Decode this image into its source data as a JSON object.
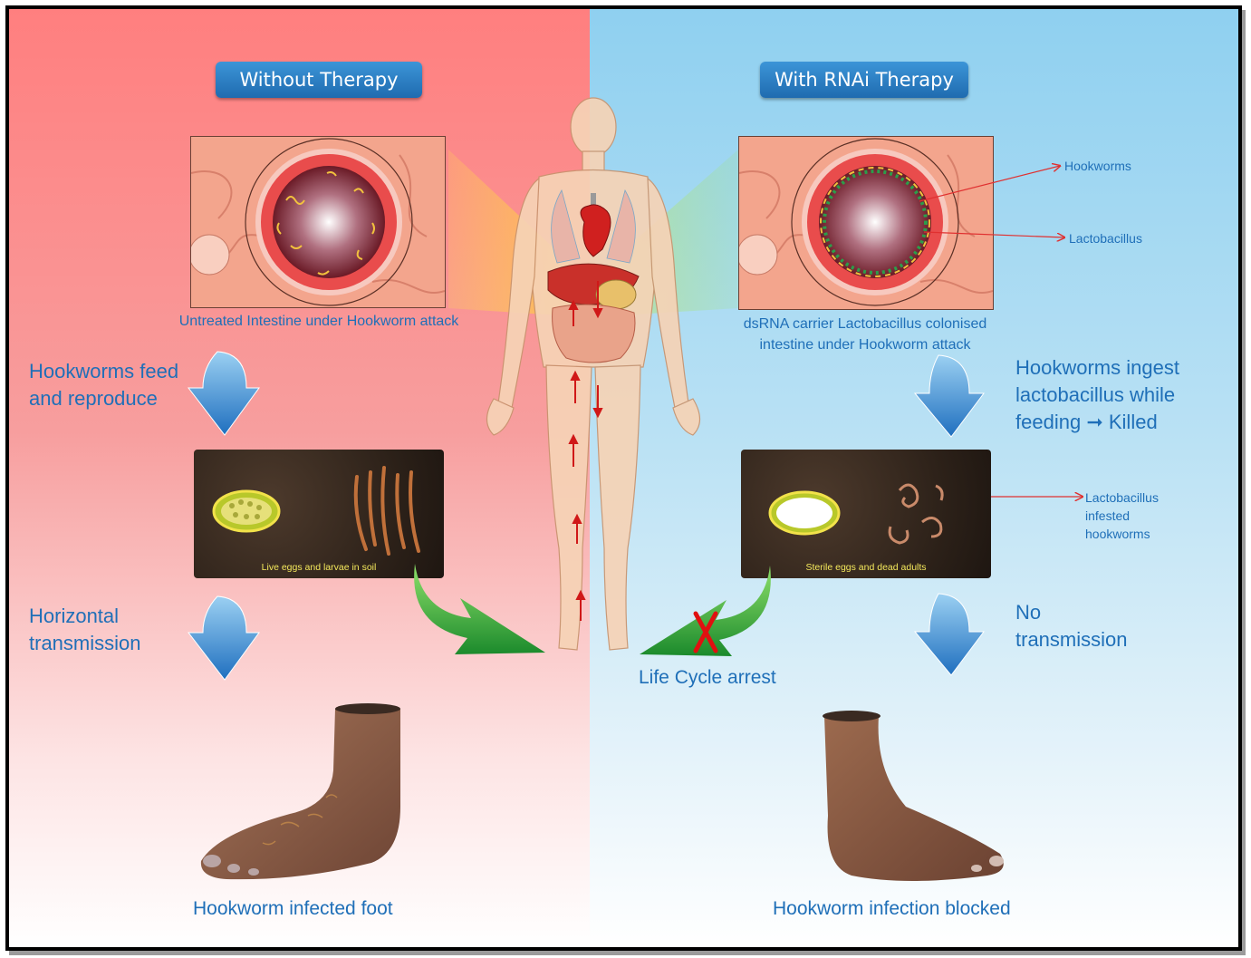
{
  "left": {
    "header": "Without Therapy",
    "intestine_caption": "Untreated Intestine under Hookworm attack",
    "step1": [
      "Hookworms feed",
      "and reproduce"
    ],
    "soil_caption": "Live eggs and larvae in soil",
    "step2": [
      "Horizontal",
      "transmission"
    ],
    "foot_caption": "Hookworm infected foot"
  },
  "right": {
    "header": "With RNAi Therapy",
    "intestine_caption": [
      "dsRNA carrier Lactobacillus colonised",
      "intestine under Hookworm attack"
    ],
    "label_hookworms": "Hookworms",
    "label_lactobacillus": "Lactobacillus",
    "step1": [
      "Hookworms ingest",
      "lactobacillus while",
      "feeding",
      "Killed"
    ],
    "soil_caption": "Sterile eggs and dead adults",
    "label_infested": [
      "Lactobacillus",
      "infested",
      "hookworms"
    ],
    "step2": [
      "No",
      "transmission"
    ],
    "arrest_label": "Life Cycle arrest",
    "foot_caption": "Hookworm infection blocked"
  },
  "colors": {
    "left_panel": "#ff7f7f",
    "right_panel": "#8fd0f0",
    "header_blue": "#2a7fc4",
    "text_blue": "#1f6fb8",
    "arrow_green": "#2ea32e",
    "cross_red": "#e01010"
  }
}
